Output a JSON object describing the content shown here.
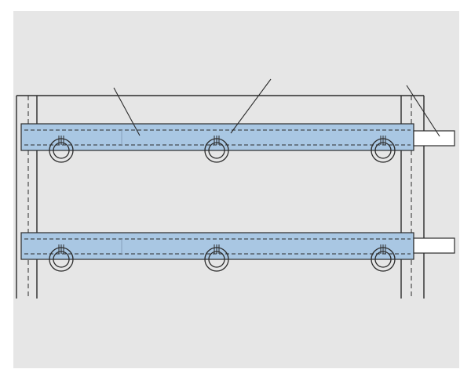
{
  "diagram": {
    "strap_count": 2,
    "rings_per_strap": 3,
    "leader_lines": 3,
    "colors": {
      "panel_background": "#e6e6e6",
      "outer_background": "#ffffff",
      "strap_fill": "#a9c7e3",
      "line": "#2b2b2b",
      "ring_fill": "#ffffff"
    }
  }
}
